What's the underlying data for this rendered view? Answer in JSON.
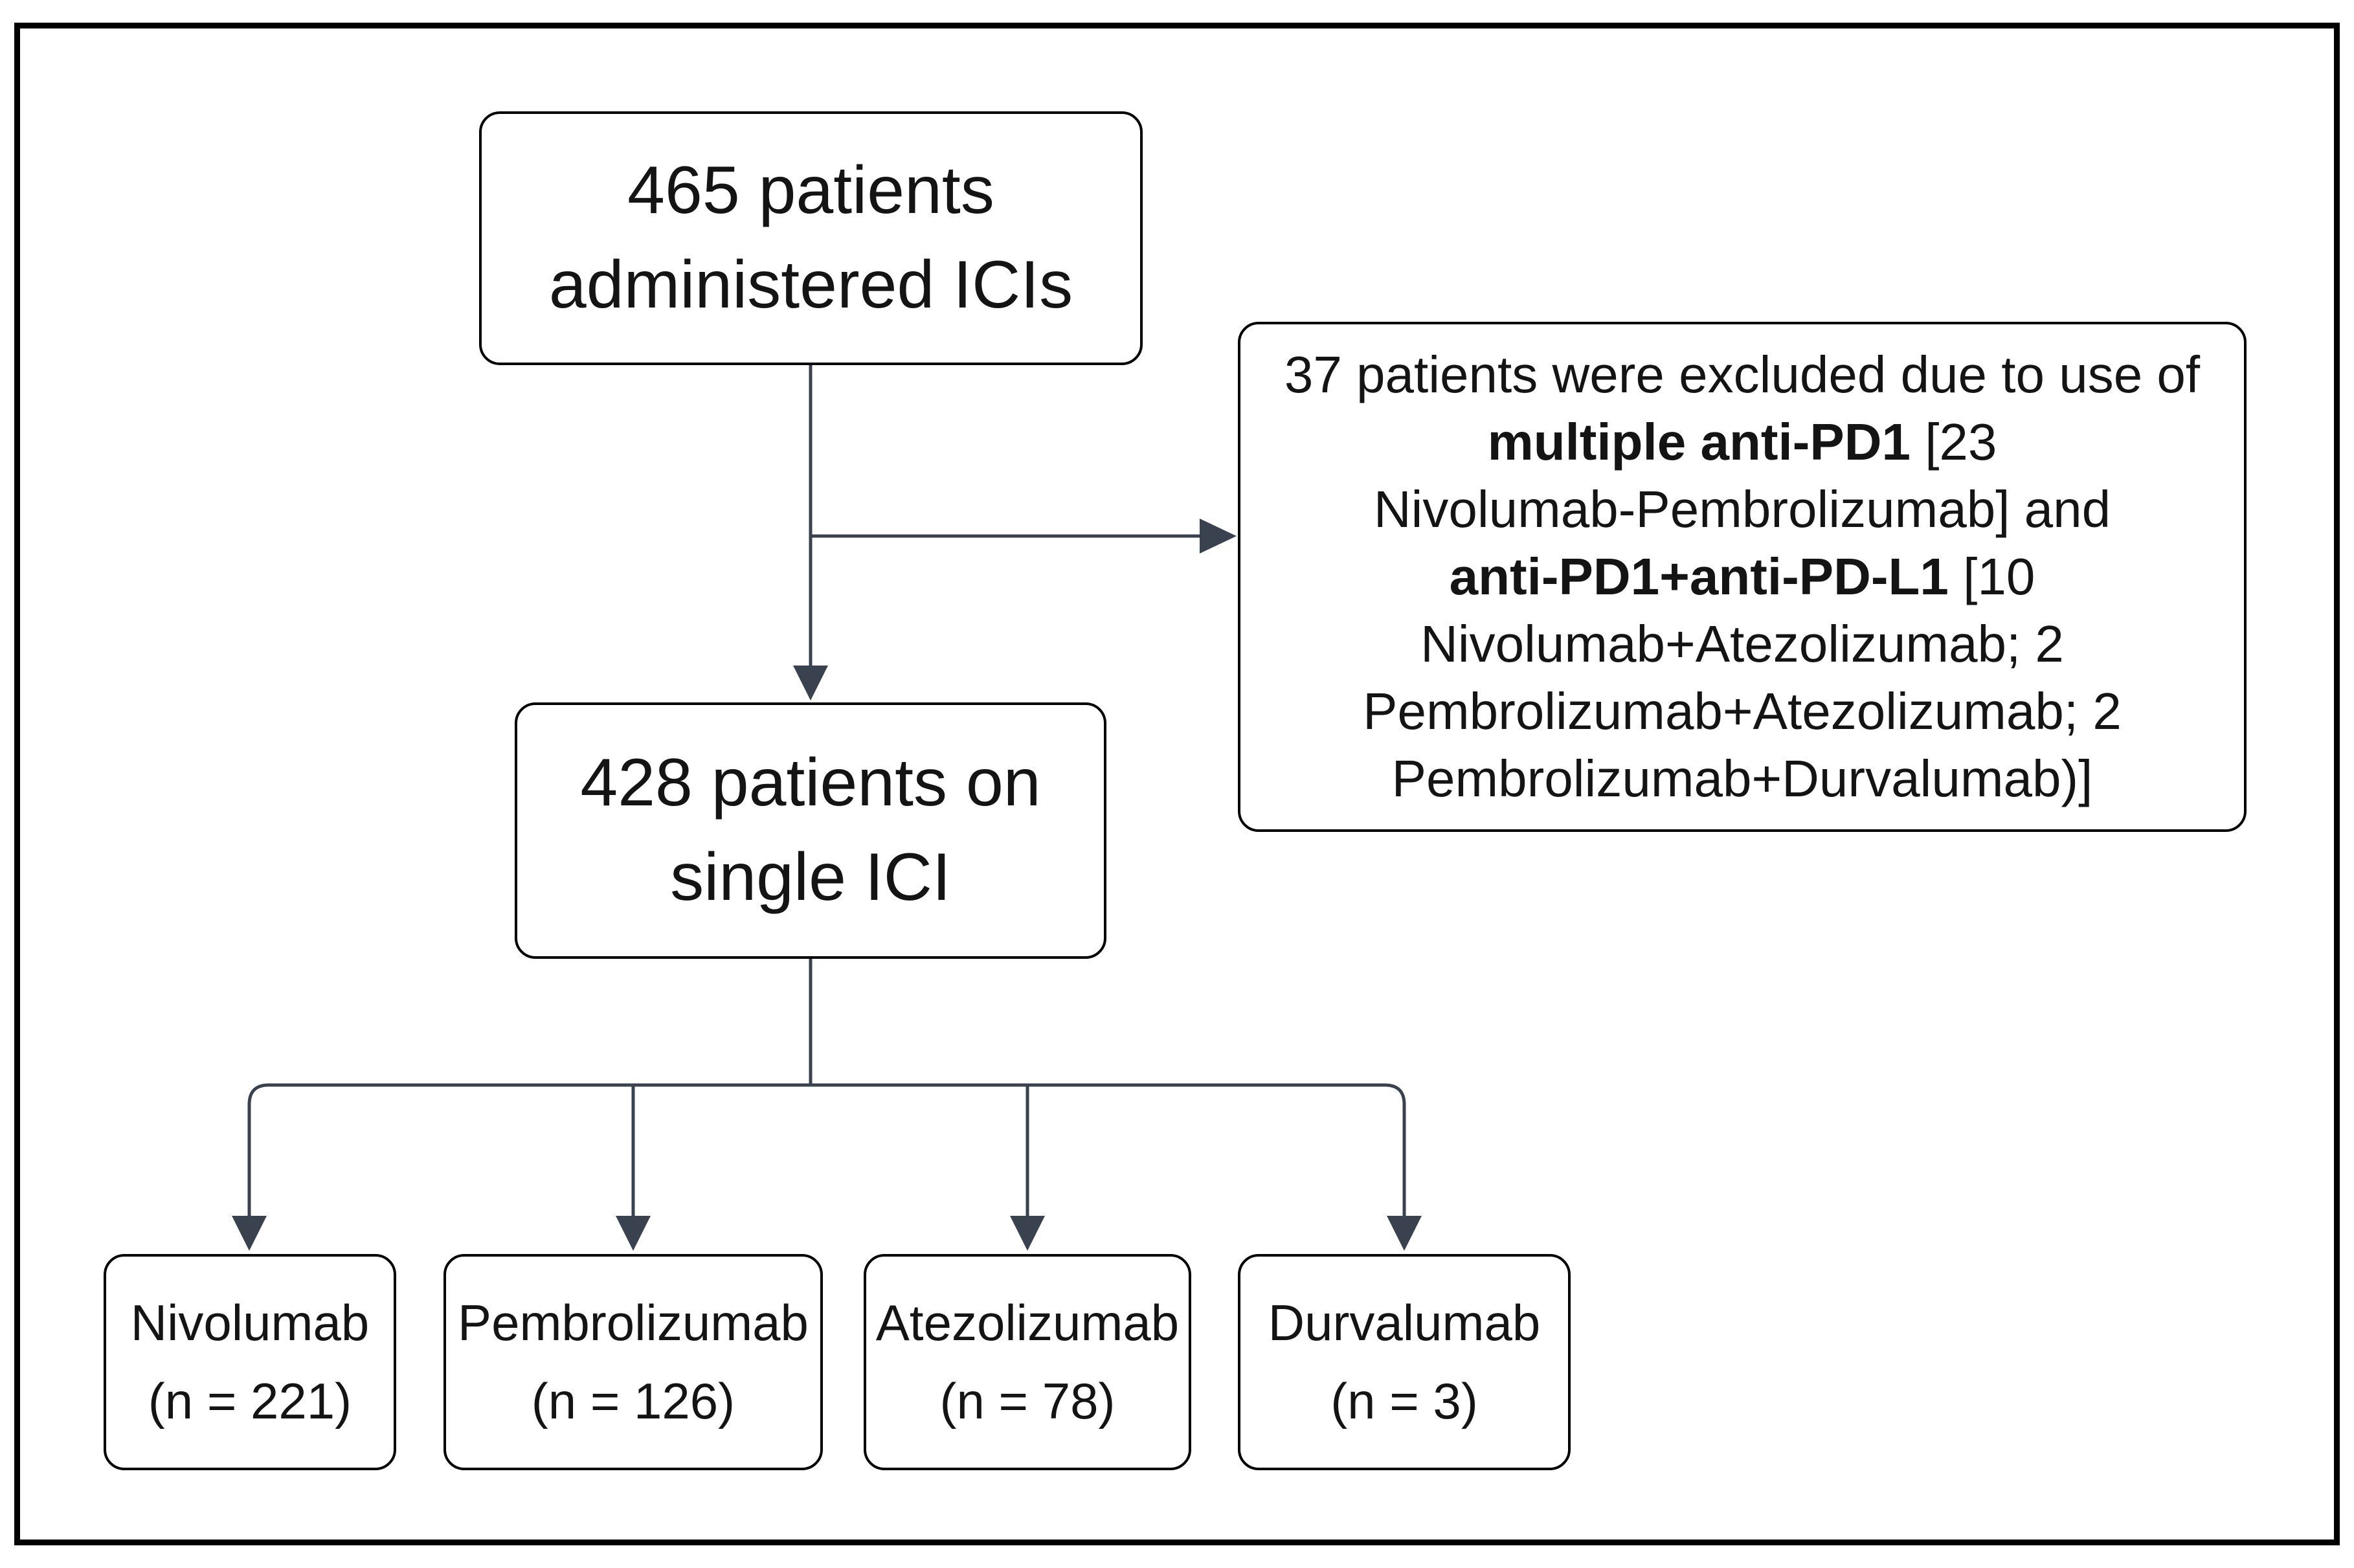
{
  "colors": {
    "background": "#ffffff",
    "frame": "#000000",
    "box_border": "#000000",
    "text": "#141414",
    "connector": "#3a424f"
  },
  "flow": {
    "total": {
      "line1": "465 patients",
      "line2": "administered ICIs"
    },
    "exclusion": {
      "line1": "37 patients were excluded due to use of",
      "line2_bold": "multiple anti-PD1",
      "line2_rest": " [23",
      "line3": "Nivolumab-Pembrolizumab] and",
      "line4_bold": "anti-PD1+anti-PD-L1",
      "line4_rest": " [10",
      "line5": "Nivolumab+Atezolizumab; 2",
      "line6": "Pembrolizumab+Atezolizumab; 2",
      "line7": "Pembrolizumab+Durvalumab)]"
    },
    "single": {
      "line1": "428 patients on",
      "line2": "single ICI"
    },
    "outcomes": [
      {
        "drug": "Nivolumab",
        "count": "(n = 221)"
      },
      {
        "drug": "Pembrolizumab",
        "count": "(n = 126)"
      },
      {
        "drug": "Atezolizumab",
        "count": "(n = 78)"
      },
      {
        "drug": "Durvalumab",
        "count": "(n = 3)"
      }
    ]
  }
}
